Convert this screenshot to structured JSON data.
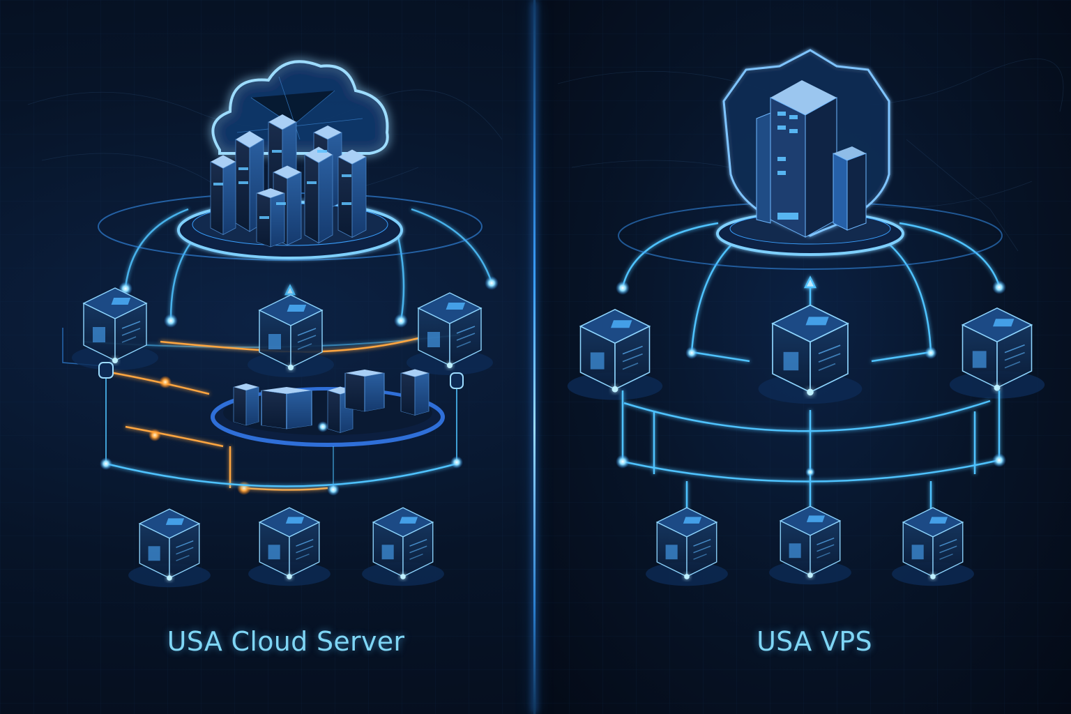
{
  "figure": {
    "layout": "side-by-side comparison",
    "background_color": "#050d1a",
    "accent_color": "#4fc3ff",
    "highlight_color": "#ffa640",
    "divider_color": "#3aa0ff"
  },
  "panels": [
    {
      "id": "cloud",
      "title": "USA Cloud Server",
      "hero_icon": "cloud-server-cluster-icon",
      "hero_description": "cluster of server towers on glowing platform inside cloud",
      "middle_nodes": [
        "cube-node-1",
        "cube-node-2",
        "cube-node-3"
      ],
      "center_cluster": "distributed server ring",
      "bottom_nodes": [
        "cube-node-4",
        "cube-node-5",
        "cube-node-6"
      ],
      "link_colors": [
        "#4fc3ff",
        "#ffa640"
      ]
    },
    {
      "id": "vps",
      "title": "USA VPS",
      "hero_icon": "shielded-server-tower-icon",
      "hero_description": "single server tower on glowing platform inside shield",
      "middle_nodes": [
        "cube-node-1",
        "cube-node-2",
        "cube-node-3"
      ],
      "bottom_nodes": [
        "cube-node-4",
        "cube-node-5",
        "cube-node-6"
      ],
      "link_colors": [
        "#4fc3ff"
      ]
    }
  ]
}
